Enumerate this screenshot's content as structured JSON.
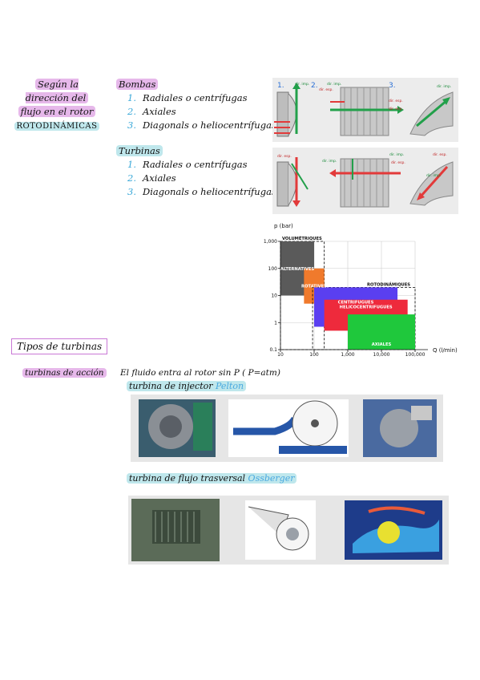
{
  "section1": {
    "title_lines": [
      "Según la dirección del",
      "flujo en el rotor",
      "ROTODINÁMICAS"
    ],
    "bombas": {
      "title": "Bombas",
      "items": [
        {
          "num": "1.",
          "text": "Radiales o centrífugas"
        },
        {
          "num": "2.",
          "text": "Axiales"
        },
        {
          "num": "3.",
          "text": "Diagonals o heliocentrífugas"
        }
      ]
    },
    "turbinas": {
      "title": "Turbinas",
      "items": [
        {
          "num": "1.",
          "text": "Radiales o centrífugas"
        },
        {
          "num": "2.",
          "text": "Axiales"
        },
        {
          "num": "3.",
          "text": "Diagonals o heliocentrífugas"
        }
      ]
    },
    "diagram_top": {
      "labels": [
        "1.",
        "2.",
        "3."
      ],
      "tags": [
        "dir. imp.",
        "dir. esp.",
        "dir. imp.",
        "dir. esp.",
        "dir. imp.",
        "dir. esp."
      ]
    },
    "diagram_bottom": {
      "tags": [
        "dir. esp.",
        "dir. imp.",
        "dir. esp.",
        "dir. imp.",
        "dir. esp.",
        "dir. imp."
      ]
    }
  },
  "chart_data": {
    "type": "area",
    "ylabel": "p (bar)",
    "xlabel": "Q (l/min)",
    "x_ticks": [
      "10",
      "100",
      "1,000",
      "10,000",
      "100,000"
    ],
    "y_ticks": [
      "0.1",
      "1",
      "10",
      "100",
      "1,000"
    ],
    "xscale": "log",
    "yscale": "log",
    "xlim": [
      10,
      100000
    ],
    "ylim": [
      0.1,
      1000
    ],
    "grid": true,
    "regions": [
      {
        "name": "VOLUMÉTRIQUES",
        "x": [
          10,
          200
        ],
        "y": [
          0.1,
          1000
        ],
        "style": "dashed",
        "color": "#000000"
      },
      {
        "name": "ALTERNATIVES",
        "x": [
          10,
          100
        ],
        "y": [
          10,
          1000
        ],
        "color": "#5a5a5a"
      },
      {
        "name": "ROTATIVES",
        "x": [
          50,
          200
        ],
        "y": [
          5,
          100
        ],
        "color": "#f07a2c"
      },
      {
        "name": "ROTODINÁMIQUES",
        "x": [
          90,
          100000
        ],
        "y": [
          0.1,
          20
        ],
        "style": "dashed",
        "color": "#000000"
      },
      {
        "name": "CENTRIFUGUES",
        "x": [
          100,
          30000
        ],
        "y": [
          0.7,
          20
        ],
        "color": "#5a3ff0"
      },
      {
        "name": "HELICOCENTRIFUGUES",
        "x": [
          200,
          60000
        ],
        "y": [
          0.5,
          7
        ],
        "color": "#ee2a3c"
      },
      {
        "name": "AXIALES",
        "x": [
          1000,
          100000
        ],
        "y": [
          0.1,
          2
        ],
        "color": "#1fc83c"
      }
    ]
  },
  "section2": {
    "title": "Tipos de turbinas",
    "accion_label": "turbinas de acción",
    "accion_text": "El fluido entra al rotor sin P  ( P=atm)",
    "pelton": {
      "label": "turbina de injector",
      "name": "Pelton"
    },
    "ossberger": {
      "label": "turbina de flujo trasversal",
      "name": "Ossberger"
    }
  },
  "colors": {
    "highlight_purple": "#e6b8ea",
    "highlight_teal": "#bfe7ec",
    "number_blue": "#3aa8d8",
    "name_blue": "#4aa9e0",
    "box_border": "#c978d6"
  }
}
